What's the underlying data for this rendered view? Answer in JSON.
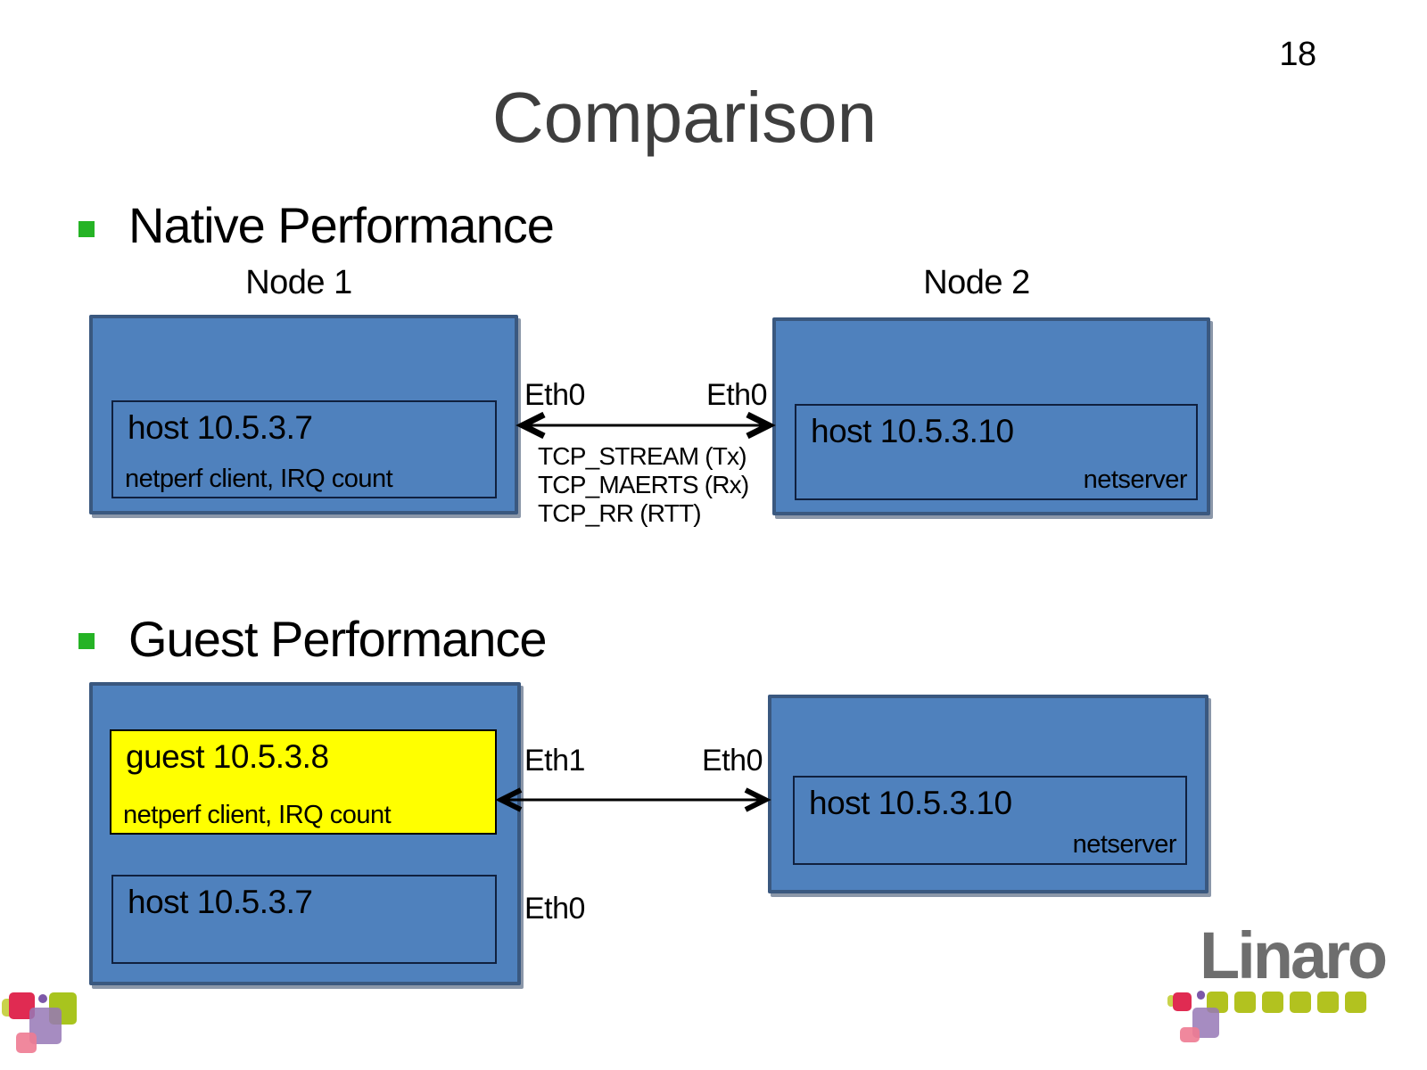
{
  "slide": {
    "page_number": "18",
    "title": "Comparison"
  },
  "sections": {
    "native": {
      "heading": "Native Performance",
      "node1": {
        "title": "Node 1",
        "host_label": "host 10.5.3.7",
        "host_detail": "netperf client, IRQ count",
        "eth_label": "Eth0"
      },
      "node2": {
        "title": "Node 2",
        "host_label": "host 10.5.3.10",
        "host_detail": "netserver",
        "eth_label": "Eth0"
      },
      "link_tests": [
        "TCP_STREAM (Tx)",
        "TCP_MAERTS (Rx)",
        "TCP_RR (RTT)"
      ]
    },
    "guest": {
      "heading": "Guest Performance",
      "node1": {
        "guest_label": "guest 10.5.3.8",
        "guest_detail": "netperf client, IRQ count",
        "host_label": "host 10.5.3.7",
        "guest_eth_label": "Eth1",
        "host_eth_label": "Eth0"
      },
      "node2": {
        "host_label": "host 10.5.3.10",
        "host_detail": "netserver",
        "eth_label": "Eth0"
      }
    }
  },
  "footer": {
    "brand": "Linaro"
  },
  "colors": {
    "node_box_fill": "#4f81bd",
    "node_box_border": "#3a587f",
    "guest_highlight_yellow": "#ffff00",
    "bullet_green": "#25b325",
    "title_gray": "#3e3e3e",
    "linaro_text_gray": "#6e6e6e",
    "linaro_green": "#b2c21f",
    "mark_crimson": "#e02b52",
    "mark_lavender": "#9678b6",
    "mark_pink": "#ee7b92"
  }
}
